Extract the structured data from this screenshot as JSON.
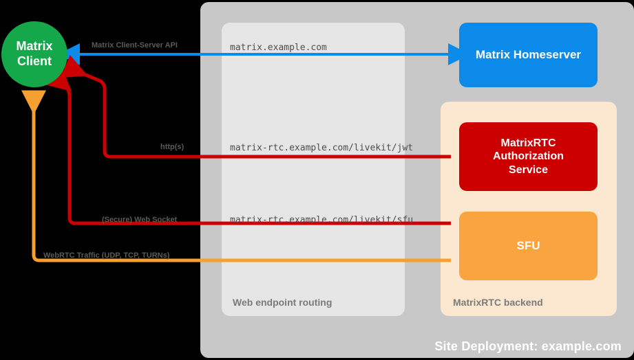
{
  "diagram": {
    "site_deployment_label": "Site Deployment: example.com",
    "web_routing_label": "Web endpoint routing",
    "rtc_backend_label": "MatrixRTC backend"
  },
  "nodes": {
    "client": "Matrix\nClient",
    "client_line1": "Matrix",
    "client_line2": "Client",
    "homeserver": "Matrix Homeserver",
    "auth_line1": "MatrixRTC",
    "auth_line2": "Authorization",
    "auth_line3": "Service",
    "sfu": "SFU"
  },
  "edges": [
    {
      "id": "cs-api",
      "protocol_label": "Matrix Client-Server API",
      "url_label": "matrix.example.com",
      "color": "#0d8bea",
      "direction": "bidirectional"
    },
    {
      "id": "livekit-jwt",
      "protocol_label": "http(s)",
      "url_label": "matrix-rtc.example.com/livekit/jwt",
      "color": "#cc0000",
      "direction": "to-client"
    },
    {
      "id": "livekit-sfu",
      "protocol_label": "(Secure) Web Socket",
      "url_label": "matrix-rtc.example.com/livekit/sfu",
      "color": "#cc0000",
      "direction": "to-client"
    },
    {
      "id": "webrtc",
      "protocol_label": "WebRTC Traffic (UDP, TCP, TURNs)",
      "url_label": "",
      "color": "#f5a030",
      "direction": "to-client"
    }
  ],
  "colors": {
    "background": "#000000",
    "site_bg": "#c8c8c8",
    "routing_bg": "#e6e6e6",
    "rtc_bg": "#fce8d0",
    "client": "#14a84a",
    "homeserver": "#0d8bea",
    "auth": "#cc0000",
    "sfu": "#f9a43f",
    "blue_edge": "#0d8bea",
    "red_edge": "#cc0000",
    "orange_edge": "#f5a030",
    "label_text": "#5a5a5a",
    "url_text": "#4d4d4d"
  }
}
